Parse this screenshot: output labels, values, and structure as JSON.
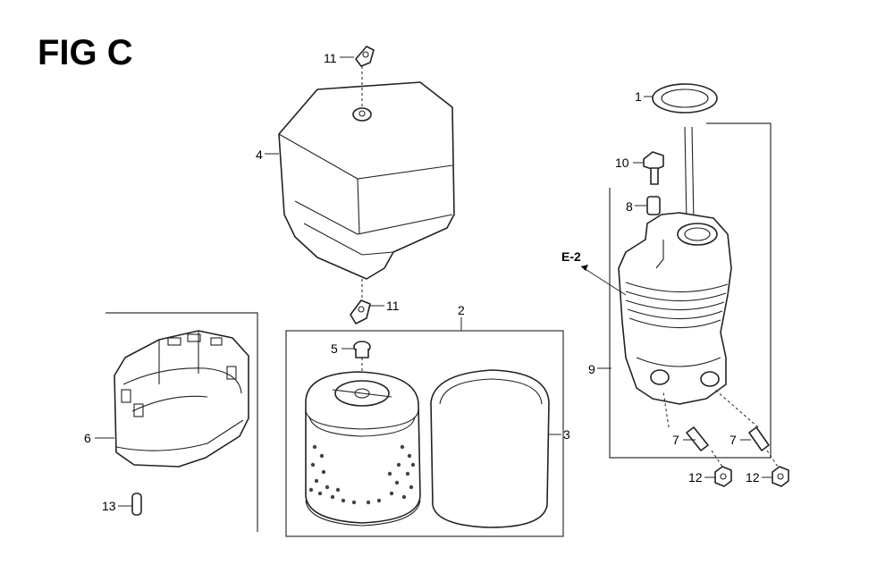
{
  "figure": {
    "title": "FIG C",
    "reference_label": "E-2"
  },
  "callouts": {
    "c1": "1",
    "c2": "2",
    "c3": "3",
    "c4": "4",
    "c5": "5",
    "c6": "6",
    "c7a": "7",
    "c7b": "7",
    "c8": "8",
    "c9": "9",
    "c10": "10",
    "c11a": "11",
    "c11b": "11",
    "c12a": "12",
    "c12b": "12",
    "c13": "13"
  }
}
